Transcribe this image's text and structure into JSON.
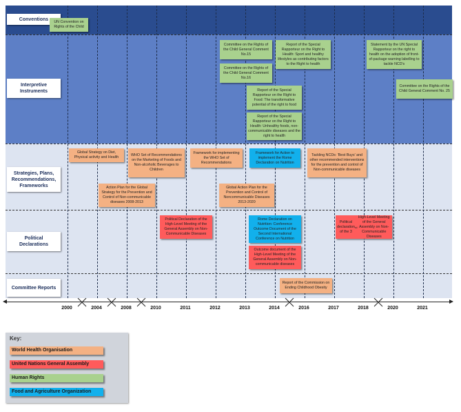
{
  "rows": {
    "conventions": "Conventions",
    "interpretive": "Interpretive Instruments",
    "strategies": "Strategies, Plans, Recommendations, Frameworks",
    "political": "Political Declarations",
    "committee": "Committee Reports"
  },
  "boxes": {
    "un_convention": "UN Convention on Rights of the Child",
    "gc15": "Committee on the Rights of the Child General Comment No.15",
    "gc16": "Committee on the Rights of the Child General Comment No.16",
    "sr_health_sport": "Report of the Special Rapporteur on the Right to Health: Sport and healthy lifestyles as contributing factors to the Right to health",
    "sr_food": "Report of the Special Rapporteur on the Right to Food: The transformative potential of the right to food",
    "sr_health_unhealthy": "Report of the Special Rapporteur on the Right to Health: Unhealthy foods, non-communicable diseases and the right to health",
    "sr_labelling": "Statement by the UN Special Rapporteur on the right to health on the adoption of front-of-package warning labelling to tackle NCD's",
    "gc25": "Committee on the Rights of the Child General Comment No. 25",
    "global_strategy": "Global Strategy on Diet, Physical activity and Health",
    "who_marketing": "WHO Set of Recommendations on the Marketing of Foods and Non-alcoholic Beverages to Children",
    "framework_who": "Framework for implementing the WHO Set of Recommendations",
    "framework_rome": "Framework for Action to implement the Rome Declaration on Nutrition",
    "best_buys": "Tackling NCDs: 'Best Buys' and other recommended interventions for the prevention and control of Non-communicable diseases",
    "action_plan_2008": "Action Plan for the Global Strategy for the Prevention and Control of Non-communicable diseases 2008-2013",
    "action_plan_2013": "Global Action Plan for the Prevention and Control of Noncommunicable Diseases 2013-2020",
    "pol_decl_2011": "Political Declaration of the High-Level Meeting of the General Assembly on Non-Communicable Diseases",
    "rome_decl": "Rome Declaration on Nutrition: Conference Outcome Document of the Second International Conference on Nutrition",
    "outcome_doc": "Outcome document of the High-Level Meeting of the General Assembly on Non-communicable diseases",
    "pol_decl_3rd": "Political declaration of the 3rd High-Level Meeting of the General Assembly on Non-Communicable Diseases",
    "commission_report": "Report of the Commission on Ending Childhood Obesity"
  },
  "years": [
    "2000",
    "2004",
    "2008",
    "2010",
    "2011",
    "2012",
    "2013",
    "2014",
    "2016",
    "2017",
    "2018",
    "2020",
    "2021"
  ],
  "key": {
    "title": "Key:",
    "items": [
      {
        "label": "World Health Organisation",
        "color": "#f4b183"
      },
      {
        "label": "United Nations General Assembly",
        "color": "#ff5b5b"
      },
      {
        "label": "Human Rights",
        "color": "#a9d18e"
      },
      {
        "label": "Food and Agriculture Organization",
        "color": "#12b0ec"
      }
    ]
  }
}
